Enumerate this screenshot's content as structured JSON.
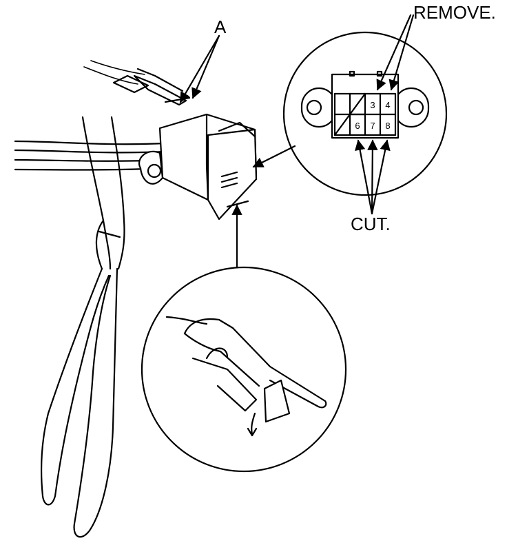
{
  "labels": {
    "part_a": "A",
    "remove": "REMOVE.",
    "cut": "CUT."
  },
  "connector_face": {
    "pins_top": [
      "3",
      "4"
    ],
    "pins_bottom": [
      "6",
      "7",
      "8"
    ]
  }
}
